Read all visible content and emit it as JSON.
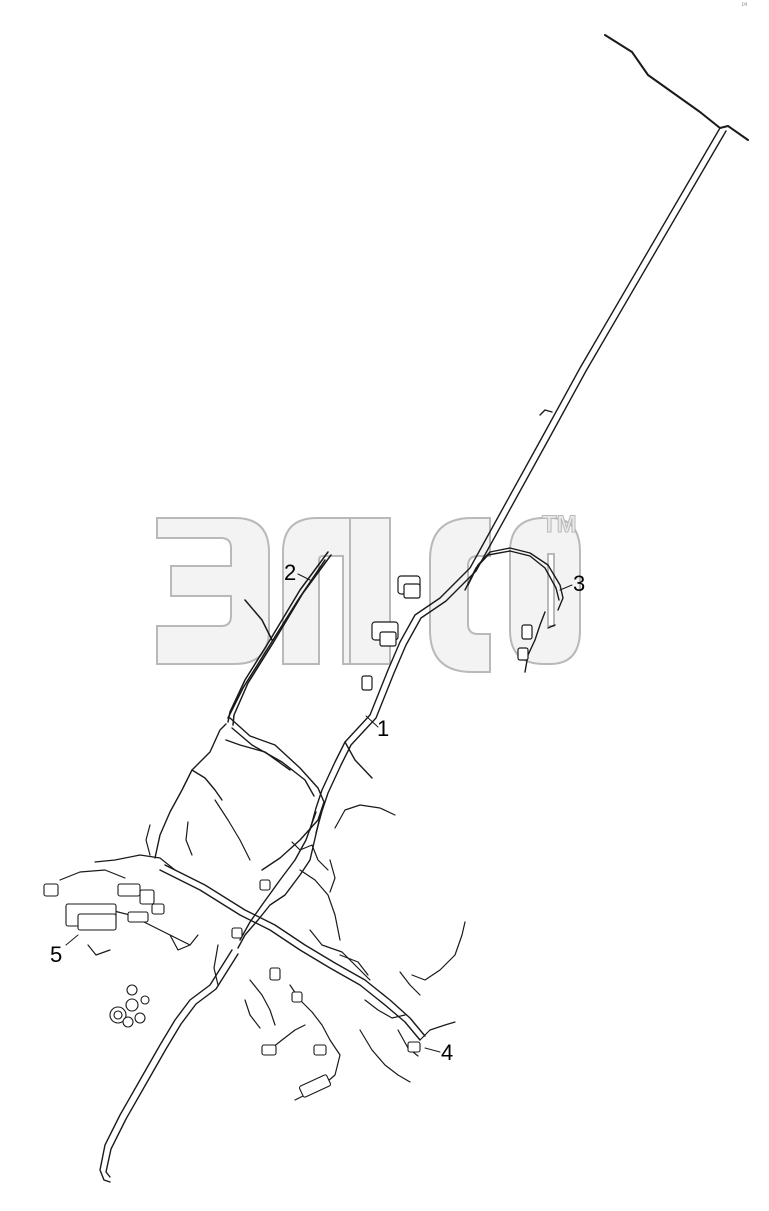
{
  "colors": {
    "wire": "#1a1a1a",
    "watermark_fill": "#f3f3f3",
    "watermark_stroke": "#b9b9b9",
    "background": "#ffffff"
  },
  "watermark": {
    "letters": "элсо",
    "trademark": "TM"
  },
  "callouts": [
    {
      "label": "1"
    },
    {
      "label": "2"
    },
    {
      "label": "3"
    },
    {
      "label": "4"
    },
    {
      "label": "5"
    }
  ],
  "corner_mark": "ᵖᵃ"
}
